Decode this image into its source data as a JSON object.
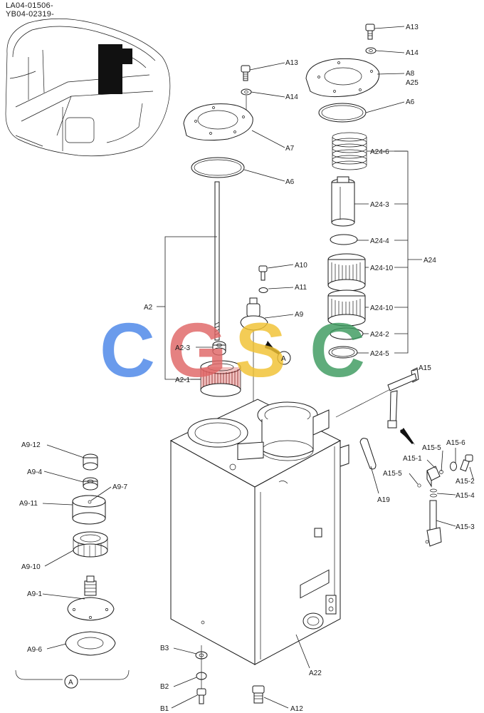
{
  "header": {
    "line1": "LA04-01506-",
    "line2": "YB04-02319-"
  },
  "watermark": {
    "letters": [
      "C",
      "G",
      "S",
      "C"
    ],
    "colors": [
      "#4a86e8",
      "#e06666",
      "#f1c232",
      "#3c9a5f"
    ]
  },
  "callouts": {
    "A13_a": "A13",
    "A14_a": "A14",
    "A8": "A8",
    "A25": "A25",
    "A6_a": "A6",
    "A13_b": "A13",
    "A14_b": "A14",
    "A7": "A7",
    "A6_b": "A6",
    "A24_6": "A24-6",
    "A24_3": "A24-3",
    "A24_4": "A24-4",
    "A24": "A24",
    "A24_10_a": "A24-10",
    "A24_10_b": "A24-10",
    "A24_2": "A24-2",
    "A24_5": "A24-5",
    "A10": "A10",
    "A11": "A11",
    "A9": "A9",
    "A2": "A2",
    "A2_3": "A2-3",
    "A2_1": "A2-1",
    "A15": "A15",
    "A15_5_a": "A15-5",
    "A15_6": "A15-6",
    "A15_1": "A15-1",
    "A15_2": "A15-2",
    "A15_5_b": "A15-5",
    "A15_4": "A15-4",
    "A15_3": "A15-3",
    "A19": "A19",
    "A9_12": "A9-12",
    "A9_4": "A9-4",
    "A9_7": "A9-7",
    "A9_11": "A9-11",
    "A9_10": "A9-10",
    "A9_1": "A9-1",
    "A9_6": "A9-6",
    "B3": "B3",
    "B2": "B2",
    "B1": "B1",
    "A12": "A12",
    "A22": "A22",
    "detail_marker": "A",
    "detail_bracket_marker": "A"
  }
}
